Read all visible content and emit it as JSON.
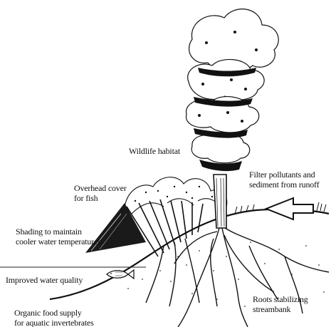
{
  "labels": {
    "wildlife_habitat": "Wildlife habitat",
    "overhead_cover_line1": "Overhead cover",
    "overhead_cover_line2": "for fish",
    "shading_line1": "Shading to maintain",
    "shading_line2": "cooler water temperatures",
    "water_quality": "Improved water quality",
    "organic_line1": "Organic food supply",
    "organic_line2": "for aquatic invertebrates",
    "filter_line1": "Filter pollutants and",
    "filter_line2": "sediment from runoff",
    "roots_line1": "Roots stabilizing",
    "roots_line2": "streambank"
  },
  "icons": [
    "tree-icon",
    "shrub-icon",
    "fish-icon",
    "runoff-arrow-icon",
    "roots-icon",
    "shade-wedge-icon"
  ]
}
